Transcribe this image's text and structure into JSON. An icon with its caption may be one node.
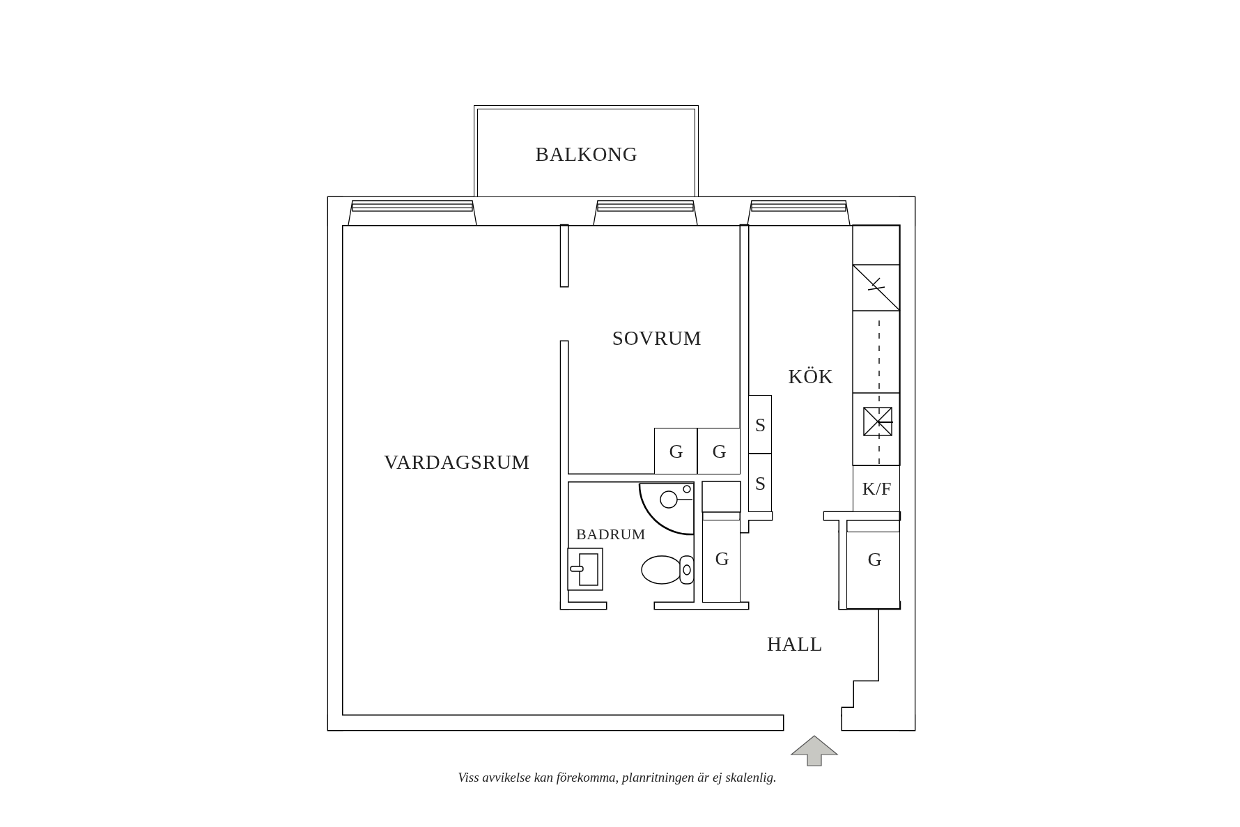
{
  "diagram": {
    "caption": "Viss avvikelse kan förekomma, planritningen är ej skalenlig.",
    "nodes": [
      {
        "text": [
          "BALKONG"
        ]
      },
      {
        "text": [
          "VARDAGSRUM"
        ]
      },
      {
        "text": [
          "SOVRUM"
        ]
      },
      {
        "text": [
          "KÖK"
        ]
      },
      {
        "text": [
          "BADRUM"
        ]
      },
      {
        "text": [
          "HALL"
        ]
      },
      {
        "text": [
          "G"
        ],
        "in": 2
      },
      {
        "text": [
          "G"
        ],
        "in": 2
      },
      {
        "text": [
          "S"
        ],
        "in": 3
      },
      {
        "text": [
          "S"
        ],
        "in": 3
      },
      {
        "text": [
          "K/F"
        ],
        "in": 3
      },
      {
        "text": [
          "G"
        ],
        "in": 5
      },
      {
        "text": [
          "G"
        ],
        "in": 5
      }
    ]
  }
}
